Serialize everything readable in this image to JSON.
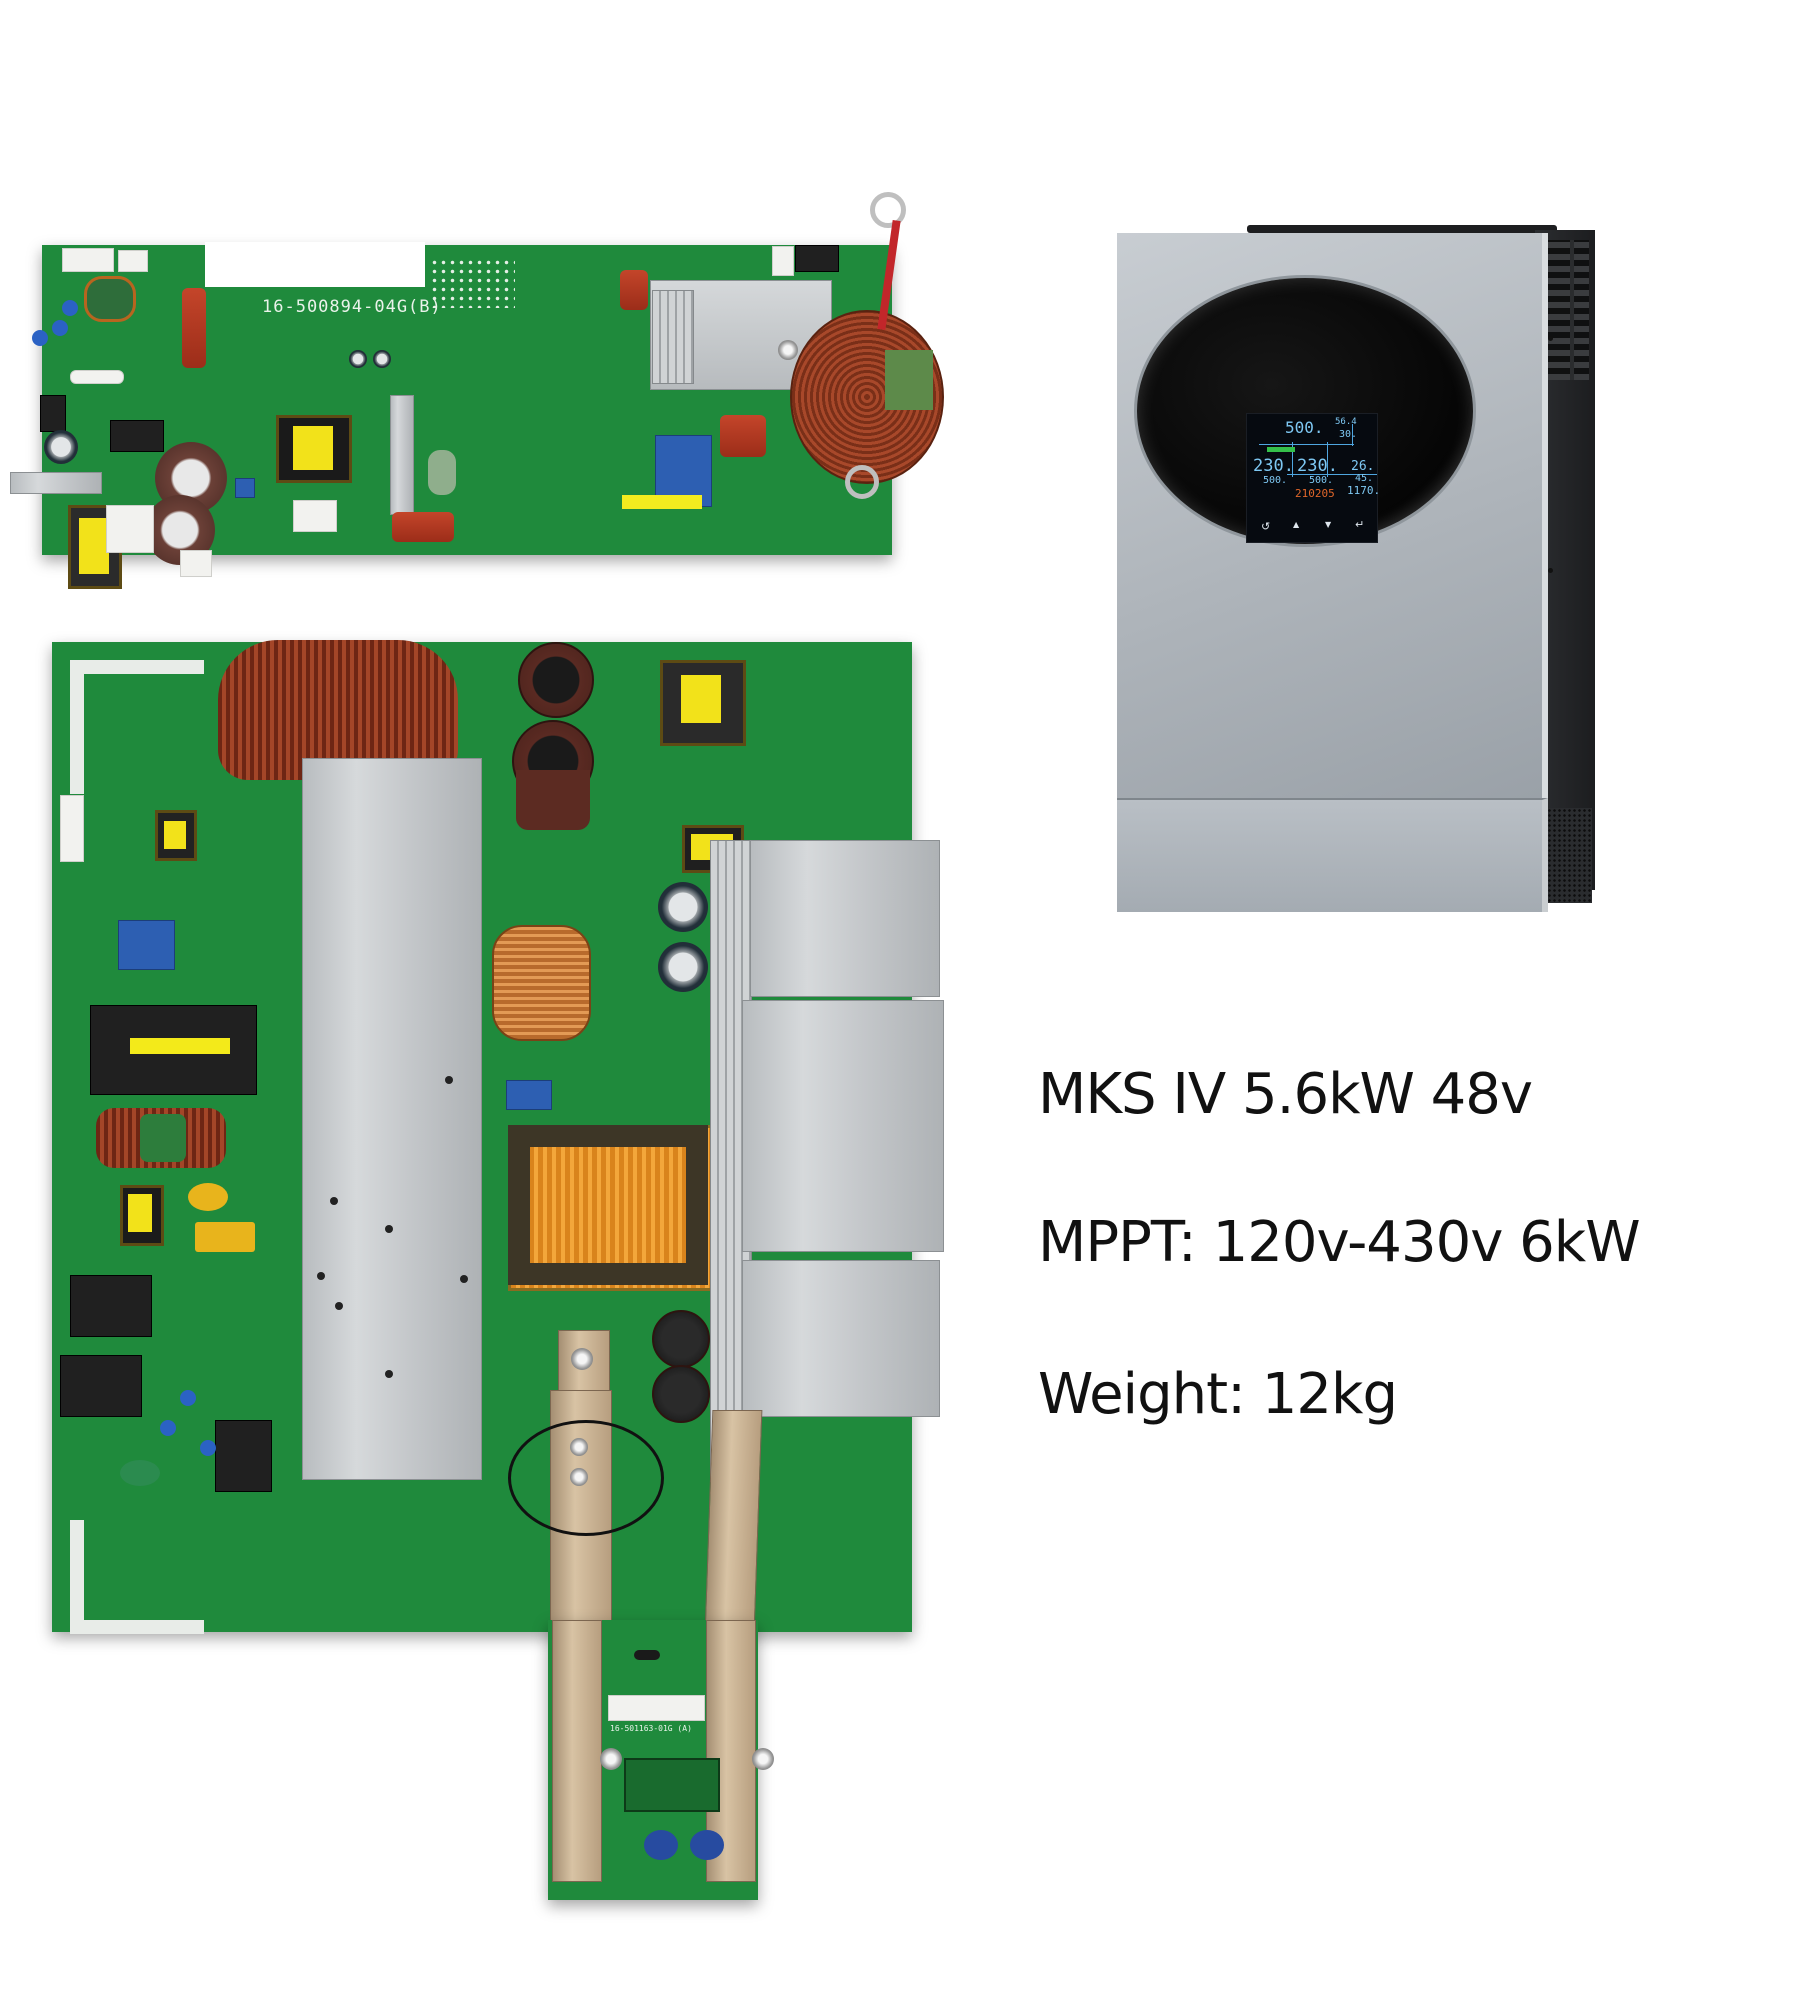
{
  "specs": {
    "model": "MKS IV 5.6kW 48v",
    "mppt": "MPPT: 120v-430v 6kW",
    "weight": "Weight: 12kg"
  },
  "pcb_labels": {
    "top_board": "16-500894-04G(B)",
    "bottom_board": "16-501163-01G (A)"
  },
  "inverter_lcd": {
    "pv_power": "500.",
    "battery_voltage": "56.4",
    "battery_current": "30.",
    "grid_voltage": "230.",
    "grid_power": "500.",
    "output_voltage": "230.",
    "output_power": "500.",
    "temp": "26.",
    "load_pct": "45.",
    "load_watts": "1170.",
    "counter": "210205",
    "buttons": {
      "back": "↺",
      "up": "▲",
      "down": "▼",
      "enter": "↵"
    }
  },
  "colors": {
    "pcb_green": "#1f8a3c",
    "inverter_silver": "#b4babf",
    "lcd_blue": "#7ec8f3",
    "lcd_orange": "#e0662a",
    "lcd_green": "#35c04a"
  }
}
